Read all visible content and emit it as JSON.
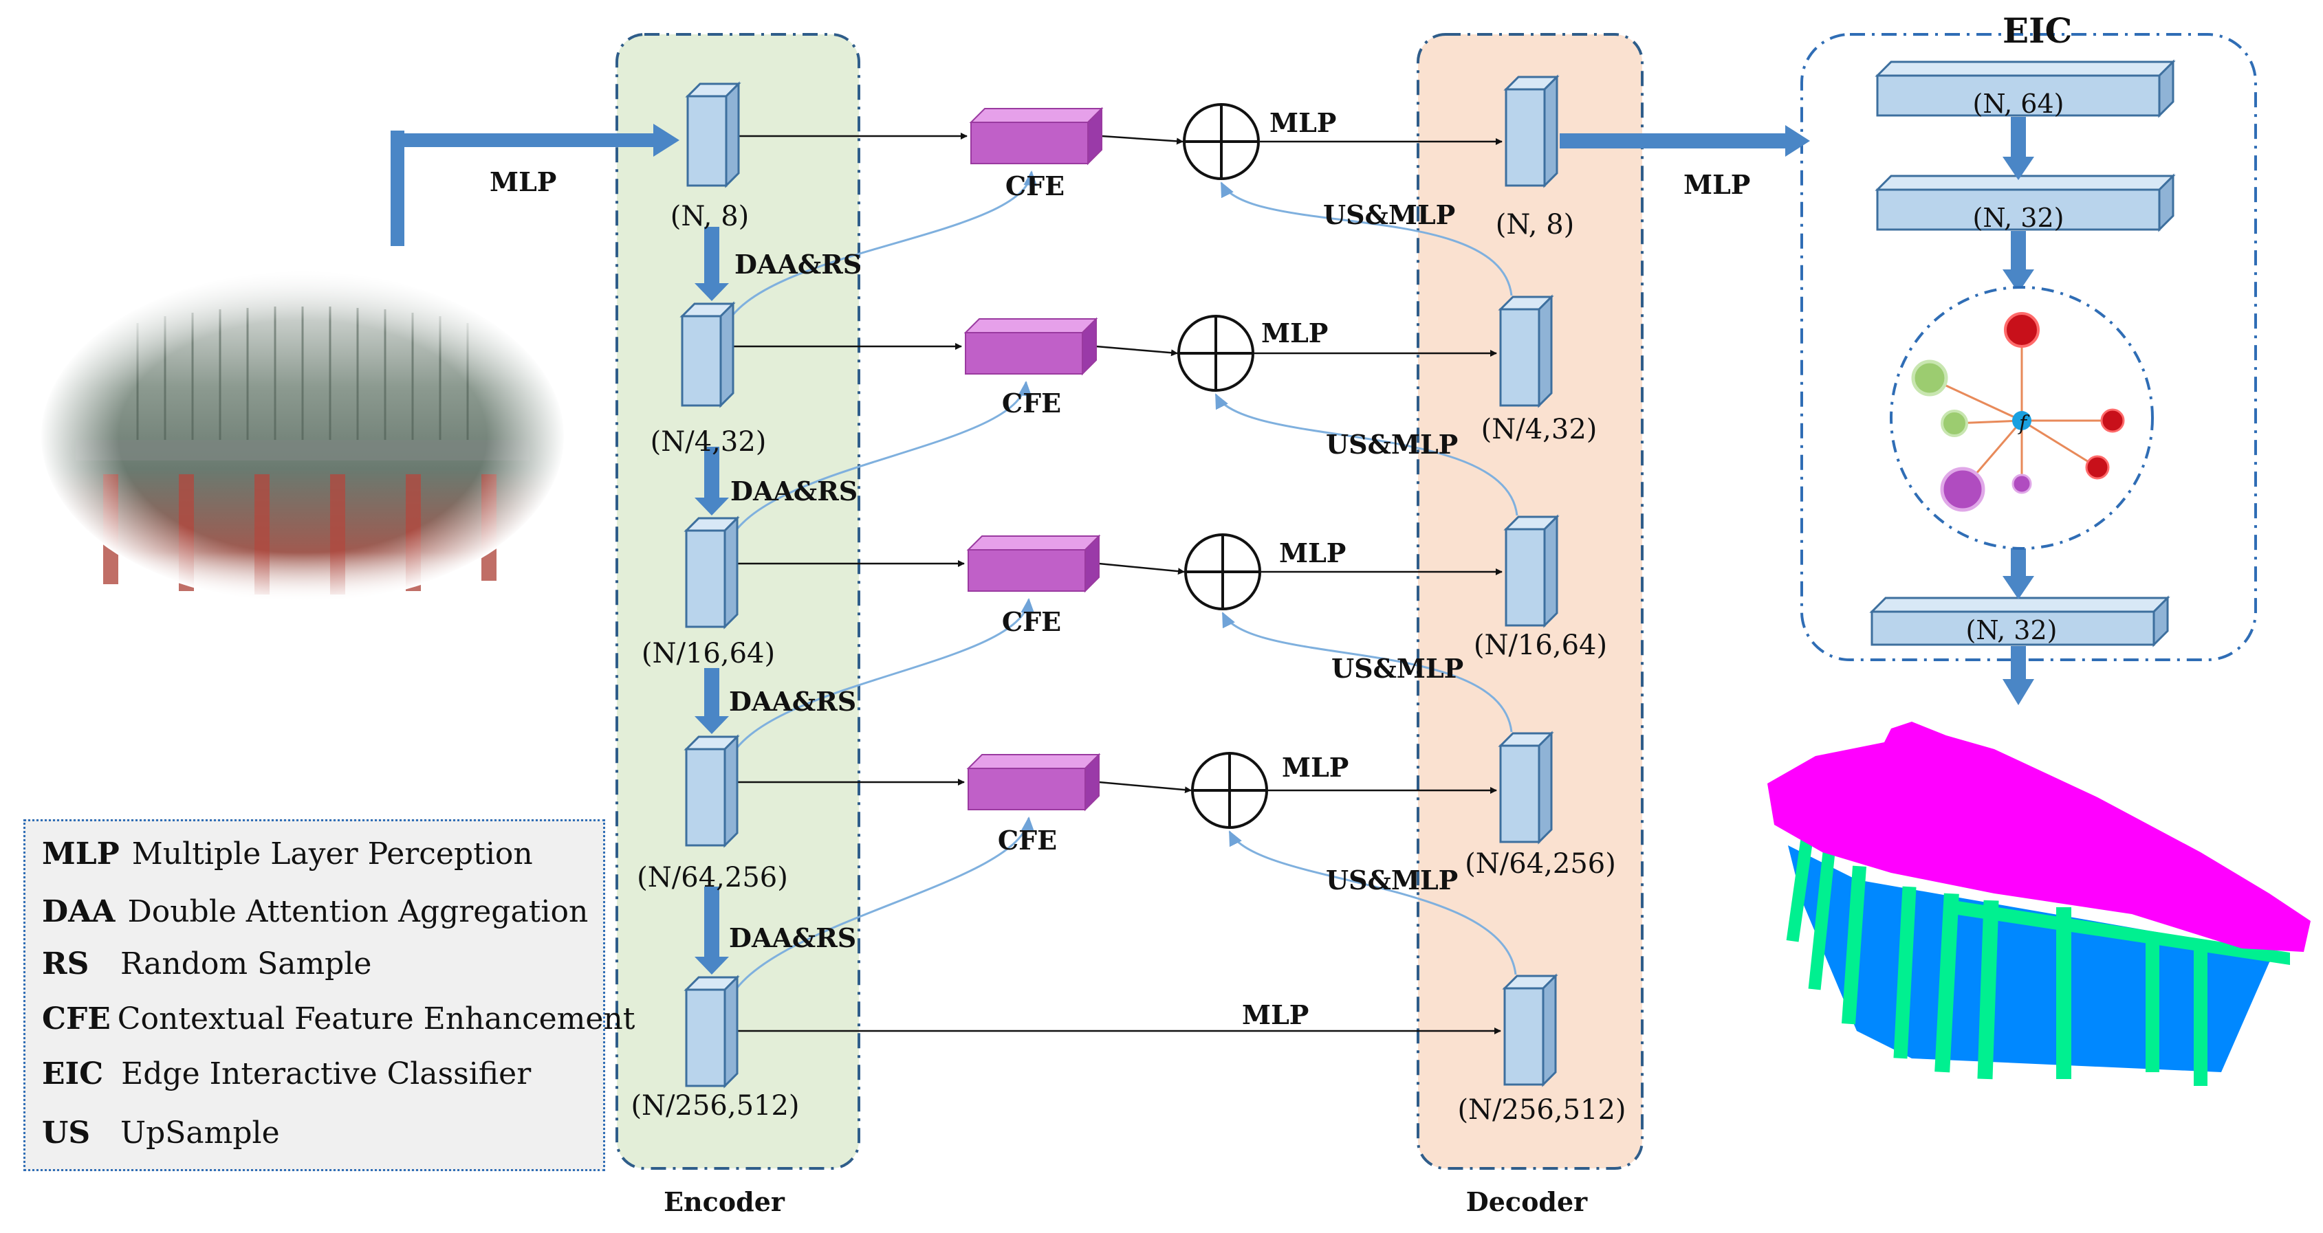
{
  "labels": {
    "mlp": "MLP",
    "daa_rs": "DAA&RS",
    "us_mlp": "US&MLP",
    "cfe": "CFE",
    "encoder": "Encoder",
    "decoder": "Decoder",
    "eic": "EIC"
  },
  "encoder_dims": [
    "(N, 8)",
    "(N/4,32)",
    "(N/16,64)",
    "(N/64,256)",
    "(N/256,512)"
  ],
  "decoder_dims": [
    "(N, 8)",
    "(N/4,32)",
    "(N/16,64)",
    "(N/64,256)",
    "(N/256,512)"
  ],
  "eic_dims": [
    "(N, 64)",
    "(N, 32)",
    "(N, 32)"
  ],
  "eic_center": "f",
  "legend": [
    {
      "abbr": "MLP",
      "desc": "Multiple Layer Perception"
    },
    {
      "abbr": "DAA",
      "desc": "Double Attention Aggregation"
    },
    {
      "abbr": "RS",
      "desc": "Random Sample"
    },
    {
      "abbr": "CFE",
      "desc": "Contextual Feature Enhancement"
    },
    {
      "abbr": "EIC",
      "desc": "Edge Interactive Classifier"
    },
    {
      "abbr": "US",
      "desc": "UpSample"
    }
  ],
  "colors": {
    "encoder_bg": "#e3eed8",
    "decoder_bg": "#fae1d0",
    "block": "#b9d4ec",
    "cfe": "#c060c8",
    "arrow_blue": "#4a86c6",
    "roof": "#ff00ff",
    "walls": "#0080ff",
    "columns": "#00ff80"
  }
}
